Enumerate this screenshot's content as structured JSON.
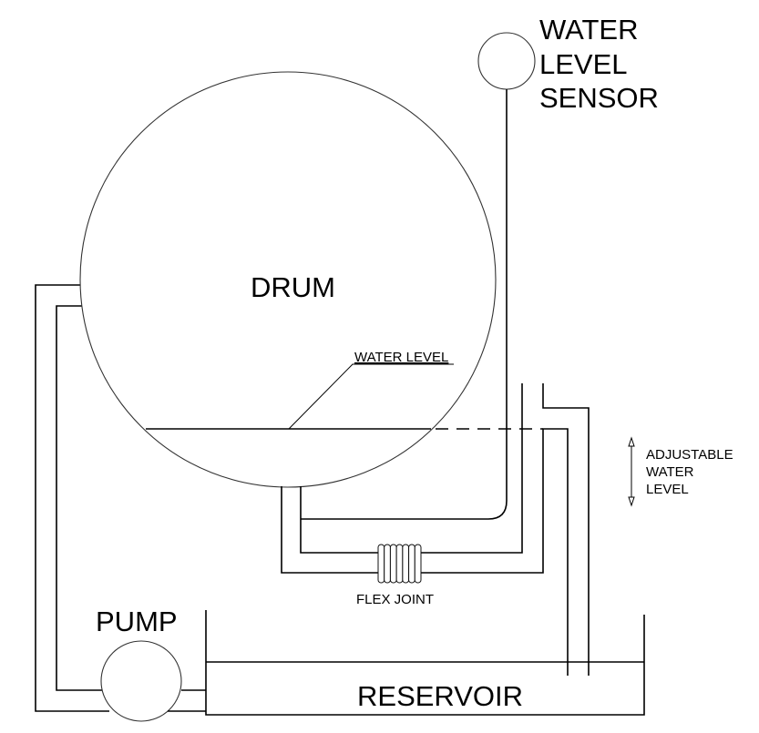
{
  "diagram": {
    "type": "water level control schematic",
    "colors": {
      "line": "#000000",
      "circle_stroke": "#333333",
      "background": "#ffffff"
    },
    "components": {
      "drum": {
        "label": "DRUM"
      },
      "sensor": {
        "label_lines": [
          "WATER",
          "LEVEL",
          "SENSOR"
        ]
      },
      "water_level": {
        "label": "WATER LEVEL"
      },
      "adjustable": {
        "label_lines": [
          "ADJUSTABLE",
          "WATER",
          "LEVEL"
        ]
      },
      "flex_joint": {
        "label": "FLEX JOINT"
      },
      "pump": {
        "label": "PUMP"
      },
      "reservoir": {
        "label": "RESERVOIR"
      }
    }
  }
}
